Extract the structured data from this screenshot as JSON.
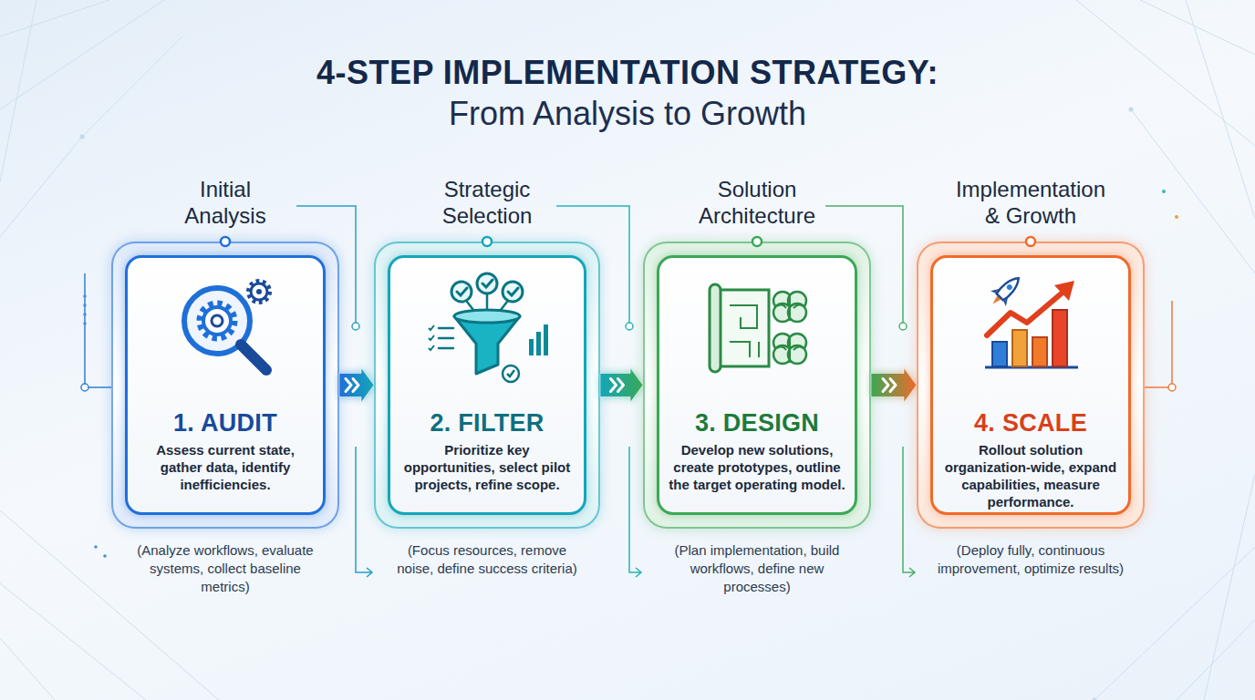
{
  "diagram": {
    "title": "4-STEP IMPLEMENTATION STRATEGY:",
    "nodes": [
      {
        "text": [
          "Initial Analysis",
          "1. AUDIT",
          "Assess current state, gather data, identify inefficiencies.",
          "(Analyze workflows, evaluate systems, collect baseline metrics)"
        ]
      },
      {
        "text": [
          "Strategic Selection",
          "2. FILTER",
          "Prioritize key opportunities, select pilot projects, refine scope.",
          "(Focus resources, remove noise, define success criteria)"
        ]
      },
      {
        "text": [
          "Solution Architecture",
          "3. DESIGN",
          "Develop new solutions, create prototypes, outline the target operating model.",
          "(Plan implementation, build workflows, define new processes)"
        ]
      },
      {
        "text": [
          "Implementation & Growth",
          "4. SCALE",
          "Rollout solution organization-wide, expand capabilities, measure performance.",
          "(Deploy fully, continuous improvement, optimize results)"
        ]
      }
    ],
    "edges": [
      {
        "from": 0,
        "to": 1,
        "arrow": "to"
      },
      {
        "from": 1,
        "to": 2,
        "arrow": "to"
      },
      {
        "from": 2,
        "to": 3,
        "arrow": "to"
      }
    ],
    "labels": [
      "From Analysis to Growth"
    ]
  }
}
